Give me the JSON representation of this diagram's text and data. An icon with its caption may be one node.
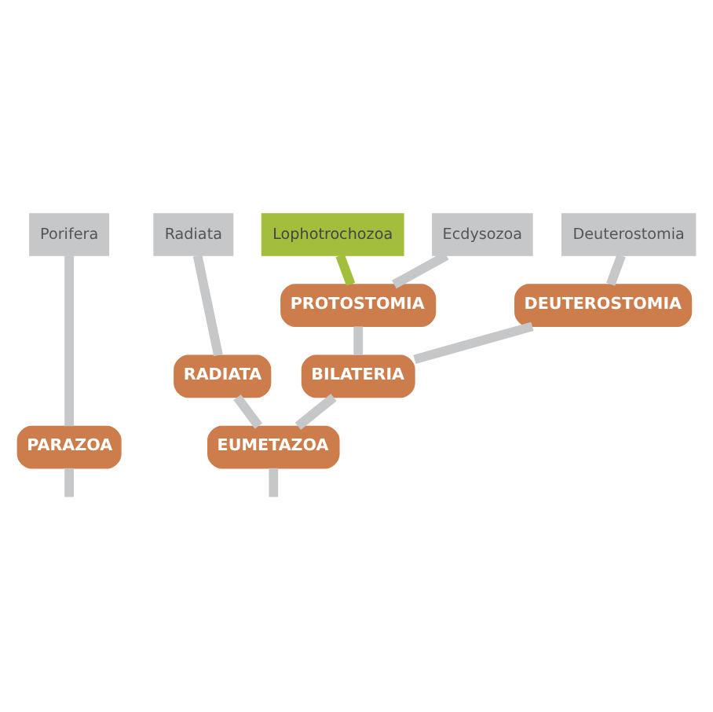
{
  "diagram": {
    "nodes": [
      {
        "text": [
          "Porifera"
        ]
      },
      {
        "text": [
          "Radiata"
        ]
      },
      {
        "text": [
          "Lophotrochozoa"
        ]
      },
      {
        "text": [
          "Ecdysozoa"
        ]
      },
      {
        "text": [
          "Deuterostomia"
        ]
      },
      {
        "text": [
          "PROTOSTOMIA"
        ]
      },
      {
        "text": [
          "DEUTEROSTOMIA"
        ]
      },
      {
        "text": [
          "RADIATA"
        ]
      },
      {
        "text": [
          "BILATERIA"
        ]
      },
      {
        "text": [
          "PARAZOA"
        ]
      },
      {
        "text": [
          "EUMETAZOA"
        ]
      }
    ],
    "edges": [
      {
        "from": 0,
        "to": 9,
        "arrow": "none"
      },
      {
        "from": 1,
        "to": 7,
        "arrow": "none"
      },
      {
        "from": 2,
        "to": 5,
        "arrow": "none",
        "color": "#a3be3c"
      },
      {
        "from": 3,
        "to": 5,
        "arrow": "none"
      },
      {
        "from": 4,
        "to": 6,
        "arrow": "none"
      },
      {
        "from": 5,
        "to": 8,
        "arrow": "none"
      },
      {
        "from": 6,
        "to": 8,
        "arrow": "none"
      },
      {
        "from": 7,
        "to": 10,
        "arrow": "none"
      },
      {
        "from": 8,
        "to": 10,
        "arrow": "none"
      },
      {
        "from": 9,
        "to": null,
        "arrow": "none"
      },
      {
        "from": 10,
        "to": null,
        "arrow": "none"
      }
    ]
  }
}
